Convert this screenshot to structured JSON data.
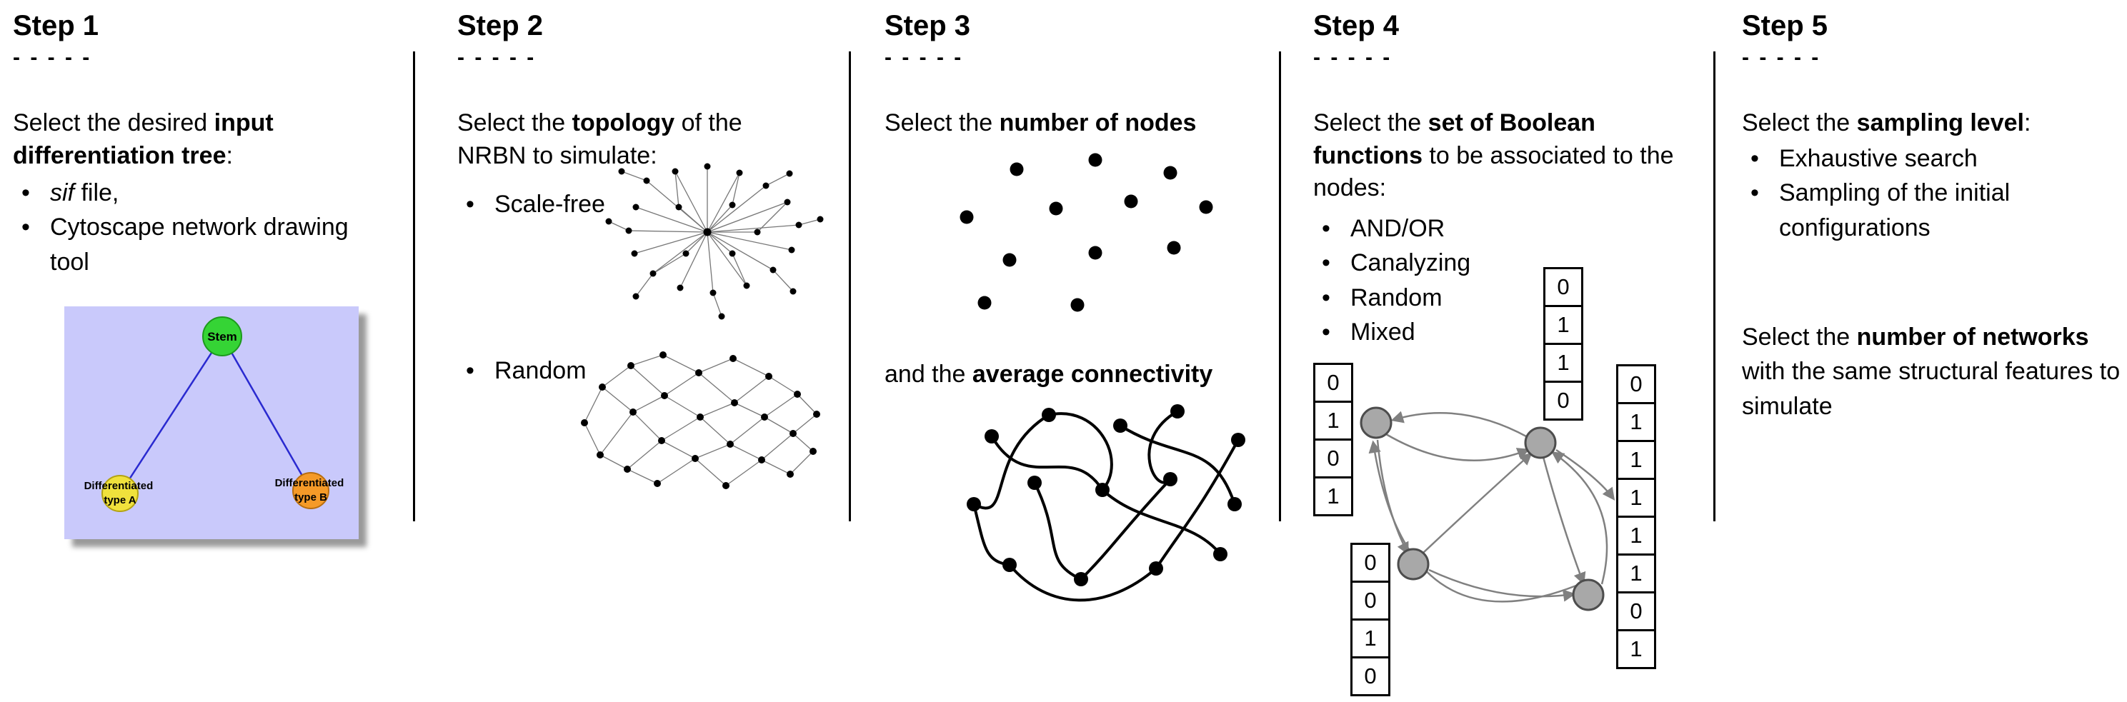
{
  "page": {
    "background": "#ffffff",
    "text_color": "#000000"
  },
  "steps": {
    "step1": {
      "title": "Step 1",
      "dashes": "- - - - -",
      "intro": [
        {
          "t": "Select the desired "
        },
        {
          "t": "input differentiation tree",
          "b": true
        },
        {
          "t": ":"
        }
      ],
      "bullets": [
        [
          {
            "t": "sif",
            "i": true
          },
          {
            "t": " file,"
          }
        ],
        [
          {
            "t": "Cytoscape network drawing tool"
          }
        ]
      ],
      "tree": {
        "stem_label": "Stem",
        "type_a_line1": "Differentiated",
        "type_a_line2": "type A",
        "type_b_line1": "Differentiated",
        "type_b_line2": "type B",
        "background_color": "#c9c9fb",
        "stem_color": "#35d435",
        "stem_border": "#1d9a1d",
        "type_a_color": "#f0e13c",
        "type_a_border": "#b3a312",
        "type_b_color": "#f59a28",
        "type_b_border": "#b86e10",
        "edge_color": "#2a2ad0"
      }
    },
    "step2": {
      "title": "Step 2",
      "dashes": "- - - - -",
      "intro": [
        {
          "t": "Select the "
        },
        {
          "t": "topology",
          "b": true
        },
        {
          "t": " of the NRBN to simulate:"
        }
      ],
      "bullets": [
        [
          {
            "t": "Scale-free"
          }
        ],
        [
          {
            "t": "Random"
          }
        ]
      ]
    },
    "step3": {
      "title": "Step 3",
      "dashes": "- - - - -",
      "intro": [
        {
          "t": "Select the "
        },
        {
          "t": "number of nodes",
          "b": true
        }
      ],
      "connectivity_text": [
        {
          "t": "and the "
        },
        {
          "t": "average connectivity",
          "b": true
        }
      ]
    },
    "step4": {
      "title": "Step 4",
      "dashes": "- - - - -",
      "intro": [
        {
          "t": "Select the "
        },
        {
          "t": "set of Boolean functions",
          "b": true
        },
        {
          "t": " to be associated to the nodes:"
        }
      ],
      "bullets": [
        [
          {
            "t": "AND/OR"
          }
        ],
        [
          {
            "t": "Canalyzing"
          }
        ],
        [
          {
            "t": "Random"
          }
        ],
        [
          {
            "t": "Mixed"
          }
        ]
      ],
      "node_color": "#a8a8a8",
      "node_border": "#4d4d4d",
      "truth_tables": {
        "top": {
          "values": [
            "0",
            "1",
            "1",
            "0"
          ]
        },
        "left": {
          "values": [
            "0",
            "1",
            "0",
            "1"
          ]
        },
        "bottom_left": {
          "values": [
            "0",
            "0",
            "1",
            "0"
          ]
        },
        "right": {
          "values": [
            "0",
            "1",
            "1",
            "1",
            "1",
            "1",
            "0",
            "1"
          ]
        }
      }
    },
    "step5": {
      "title": "Step 5",
      "dashes": "- - - - -",
      "intro": [
        {
          "t": "Select the "
        },
        {
          "t": "sampling level",
          "b": true
        },
        {
          "t": ":"
        }
      ],
      "bullets": [
        [
          {
            "t": "Exhaustive search"
          }
        ],
        [
          {
            "t": "Sampling of the initial configurations"
          }
        ]
      ],
      "networks_text": [
        {
          "t": "Select the "
        },
        {
          "t": "number of networks",
          "b": true
        },
        {
          "t": " with the same structural features to simulate"
        }
      ]
    }
  }
}
